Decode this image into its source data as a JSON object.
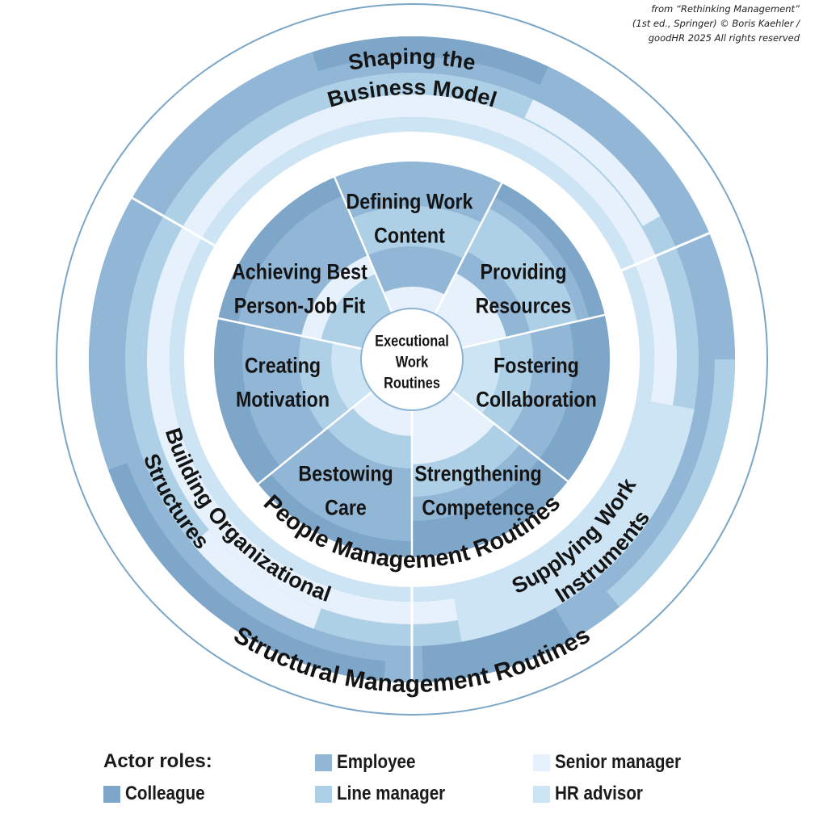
{
  "credit": [
    "from “Rethinking Management”",
    "(1st ed., Springer)  © Boris Kaehler /",
    "goodHR 2025   All rights reserved"
  ],
  "center": [
    "Executional",
    "Work",
    "Routines"
  ],
  "people_segments": [
    {
      "lines": [
        "Defining Work",
        "Content"
      ]
    },
    {
      "lines": [
        "Providing",
        "Resources"
      ]
    },
    {
      "lines": [
        "Fostering",
        "Collaboration"
      ]
    },
    {
      "lines": [
        "Strengthening",
        "Competence"
      ]
    },
    {
      "lines": [
        "Bestowing",
        "Care"
      ]
    },
    {
      "lines": [
        "Creating",
        "Motivation"
      ]
    },
    {
      "lines": [
        "Achieving Best",
        "Person-Job Fit"
      ]
    }
  ],
  "people_ring_label": "People Management Routines",
  "structural_segments": [
    {
      "lines": [
        "Shaping the",
        "Business Model"
      ]
    },
    {
      "lines": [
        "Supplying Work",
        "Instruments"
      ]
    },
    {
      "lines": [
        "Building Organizational",
        "Structures"
      ]
    }
  ],
  "structural_ring_label": "Structural Management Routines",
  "legend": {
    "title": "Actor roles:",
    "items": [
      {
        "label": "Colleague",
        "color": "#7ea6c8"
      },
      {
        "label": "Employee",
        "color": "#92b7d6"
      },
      {
        "label": "Line manager",
        "color": "#aed0e6"
      },
      {
        "label": "Senior manager",
        "color": "#e6f1fb"
      },
      {
        "label": "HR advisor",
        "color": "#cde4f5"
      }
    ]
  },
  "colors": {
    "colleague": "#7ea6c8",
    "employee": "#92b7d6",
    "line_manager": "#aed0e6",
    "senior_manager": "#e6f1fb",
    "hr_advisor": "#cde4f5",
    "outline": "#7aa6c8"
  }
}
